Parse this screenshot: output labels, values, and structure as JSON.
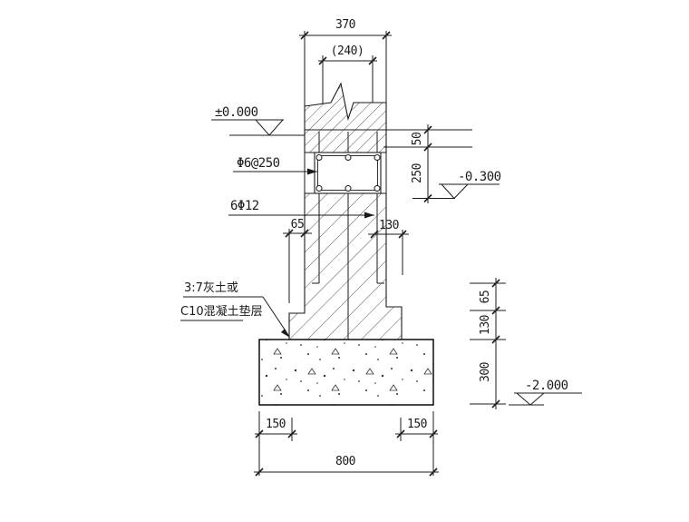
{
  "drawing": {
    "type": "foundation-section-detail",
    "colors": {
      "line": "#1b1b1b",
      "background": "#ffffff"
    },
    "dimensions": {
      "wall_total_width": "370",
      "wall_upper_width": "(240)",
      "step_left_width": "65",
      "step_right_width": "130",
      "beam_top_offset": "50",
      "beam_height": "250",
      "right_step1_height": "65",
      "right_step2_height": "130",
      "bedding_height": "300",
      "footing_overhang_left": "150",
      "footing_overhang_right": "150",
      "footing_total_width": "800"
    },
    "levels": {
      "ground": "±0.000",
      "beam_bottom": "-0.300",
      "foundation_bottom": "-2.000"
    },
    "rebar": {
      "stirrups": "Φ6@250",
      "main_bars": "6Φ12"
    },
    "notes": {
      "line1": "3:7灰土或",
      "line2": "C10混凝土垫层"
    }
  }
}
